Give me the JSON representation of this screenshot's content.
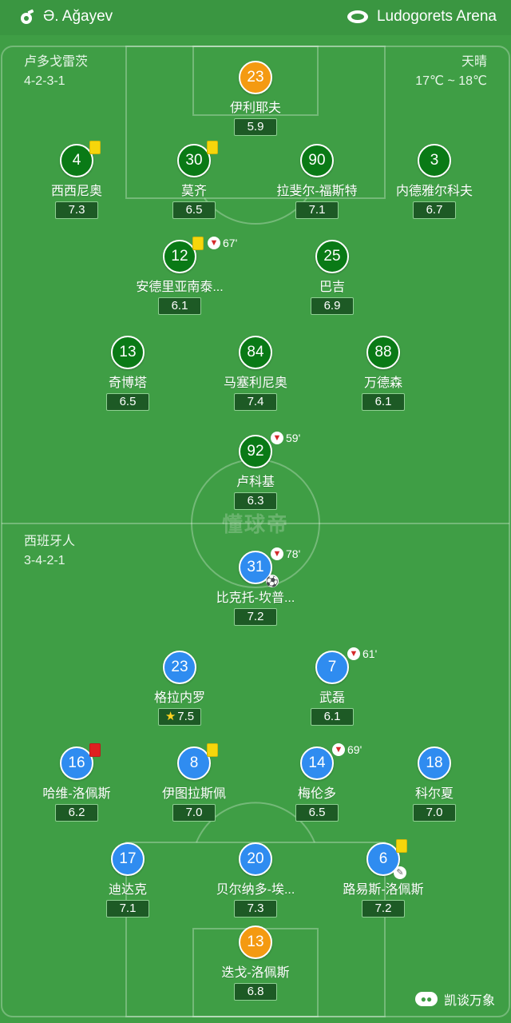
{
  "header": {
    "referee": "Ə. Ağayev",
    "stadium": "Ludogorets Arena"
  },
  "home": {
    "name": "卢多戈雷茨",
    "formation": "4-2-3-1"
  },
  "away": {
    "name": "西班牙人",
    "formation": "3-4-2-1"
  },
  "weather": {
    "condition": "天晴",
    "temperature": "17℃ ~ 18℃"
  },
  "watermark": "懂球帝",
  "brand": "凯谈万象",
  "players": [
    {
      "num": "23",
      "name": "伊利耶夫",
      "rating": "5.9",
      "team": "home",
      "gk": true
    },
    {
      "num": "4",
      "name": "西西尼奥",
      "rating": "7.3",
      "team": "home",
      "card": "yellow"
    },
    {
      "num": "30",
      "name": "莫齐",
      "rating": "6.5",
      "team": "home",
      "card": "yellow"
    },
    {
      "num": "90",
      "name": "拉斐尔-福斯特",
      "rating": "7.1",
      "team": "home"
    },
    {
      "num": "3",
      "name": "内德雅尔科夫",
      "rating": "6.7",
      "team": "home"
    },
    {
      "num": "12",
      "name": "安德里亚南泰...",
      "rating": "6.1",
      "team": "home",
      "card": "yellow",
      "sub": "67'"
    },
    {
      "num": "25",
      "name": "巴吉",
      "rating": "6.9",
      "team": "home"
    },
    {
      "num": "13",
      "name": "奇博塔",
      "rating": "6.5",
      "team": "home"
    },
    {
      "num": "84",
      "name": "马塞利尼奥",
      "rating": "7.4",
      "team": "home"
    },
    {
      "num": "88",
      "name": "万德森",
      "rating": "6.1",
      "team": "home"
    },
    {
      "num": "92",
      "name": "卢科基",
      "rating": "6.3",
      "team": "home",
      "sub": "59'"
    },
    {
      "num": "31",
      "name": "比克托-坎普...",
      "rating": "7.2",
      "team": "away",
      "sub": "78'",
      "goal": true
    },
    {
      "num": "23",
      "name": "格拉内罗",
      "rating": "7.5",
      "team": "away",
      "star": true
    },
    {
      "num": "7",
      "name": "武磊",
      "rating": "6.1",
      "team": "away",
      "sub": "61'"
    },
    {
      "num": "16",
      "name": "哈维-洛佩斯",
      "rating": "6.2",
      "team": "away",
      "card": "red"
    },
    {
      "num": "8",
      "name": "伊图拉斯佩",
      "rating": "7.0",
      "team": "away",
      "card": "yellow"
    },
    {
      "num": "14",
      "name": "梅伦多",
      "rating": "6.5",
      "team": "away",
      "sub": "69'"
    },
    {
      "num": "18",
      "name": "科尔夏",
      "rating": "7.0",
      "team": "away"
    },
    {
      "num": "17",
      "name": "迪达克",
      "rating": "7.1",
      "team": "away"
    },
    {
      "num": "20",
      "name": "贝尔纳多-埃...",
      "rating": "7.3",
      "team": "away"
    },
    {
      "num": "6",
      "name": "路易斯-洛佩斯",
      "rating": "7.2",
      "team": "away",
      "card": "yellow",
      "assist": true
    },
    {
      "num": "13",
      "name": "迭戈-洛佩斯",
      "rating": "6.8",
      "team": "away",
      "gk": true
    }
  ]
}
